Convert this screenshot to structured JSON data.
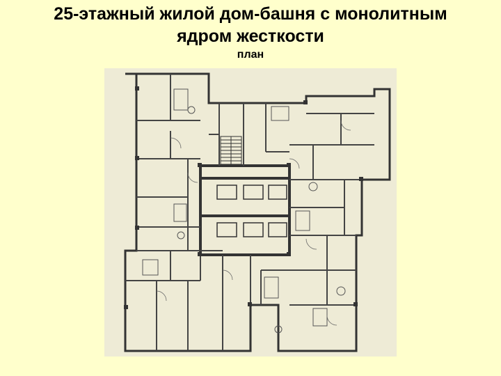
{
  "slide": {
    "title_line1": "25-этажный жилой дом-башня с монолитным",
    "title_line2": "ядром жесткости",
    "subtitle": "план"
  },
  "colors": {
    "background": "#ffffcc",
    "paper": "#eeebd6",
    "wall": "#333333"
  }
}
